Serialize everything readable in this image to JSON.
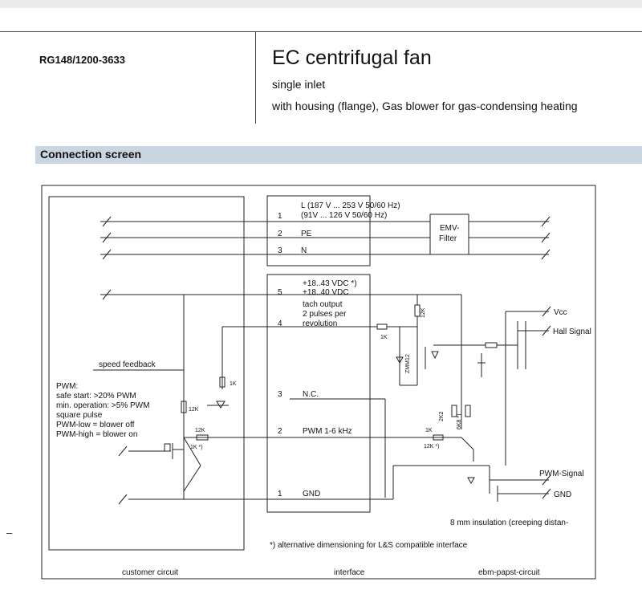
{
  "header": {
    "model": "RG148/1200-3633",
    "title": "EC centrifugal fan",
    "subtitle_1": "single inlet",
    "subtitle_2": "with housing (flange), Gas blower for gas-condensing heating"
  },
  "section": {
    "title": "Connection screen"
  },
  "diagram": {
    "mains_lines": [
      "L (187 V ... 253 V 50/60 Hz)",
      "(91V ... 126 V 50/60 Hz)"
    ],
    "pin_1": "1",
    "pin_2": "2",
    "pin_3": "3",
    "pe_label": "PE",
    "n_label": "N",
    "emv_line1": "EMV-",
    "emv_line2": "Filter",
    "pin_5": "5",
    "pin_4": "4",
    "vdc_1": "+18..43 VDC  *)",
    "vdc_2": "+18..40 VDC",
    "tach_lines": [
      "tach output",
      "2 pulses per",
      "revolution"
    ],
    "pin_3b": "3",
    "nc_label": "N.C.",
    "pin_2b": "2",
    "pwm_freq": "PWM 1-6 kHz",
    "pin_1b": "1",
    "gnd_label": "GND",
    "vcc": "Vcc",
    "hall_signal": "Hall Signal",
    "pwm_signal": "PWM-Signal",
    "gnd_right": "GND",
    "speed_feedback": "speed feedback",
    "pwm_notes": [
      "PWM:",
      "safe start: >20% PWM",
      "min. operation: >5% PWM",
      "square pulse",
      "PWM-low = blower off",
      "PWM-high = blower on"
    ],
    "r_1k_a": "1K",
    "r_12k_a": "12K",
    "r_12k_b": "12K",
    "r_1k_star": "1K *)",
    "r_1k_b": "1K",
    "r_12k_c": "12K",
    "zmm": "ZMM12",
    "r_2k2": "2K2",
    "r_6k8": "6K8 *)",
    "r_1k_c": "1K",
    "r_12k_star": "12K *)",
    "insulation": "8 mm insulation (creeping distan-",
    "footnote": "*) alternative dimensioning for L&S compatible interface",
    "label_customer": "customer circuit",
    "label_interface": "interface",
    "label_ebm": "ebm-papst-circuit"
  },
  "misc": {
    "dash": "–"
  }
}
